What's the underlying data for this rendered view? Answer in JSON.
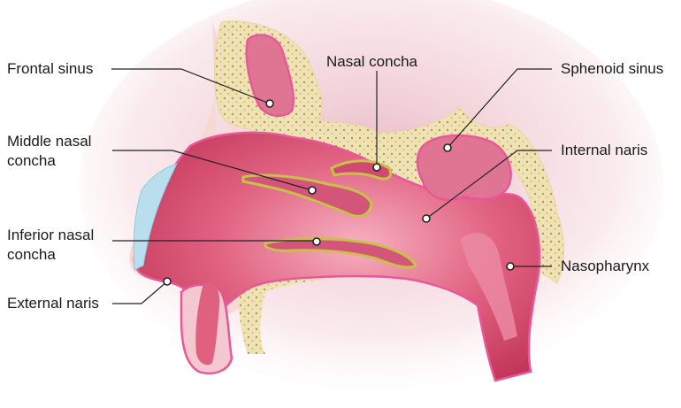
{
  "labels": {
    "frontal_sinus": "Frontal sinus",
    "middle_nasal_concha_1": "Middle nasal",
    "middle_nasal_concha_2": "concha",
    "inferior_nasal_concha_1": "Inferior nasal",
    "inferior_nasal_concha_2": "concha",
    "external_naris": "External naris",
    "nasal_concha": "Nasal concha",
    "sphenoid_sinus": "Sphenoid sinus",
    "internal_naris": "Internal naris",
    "nasopharynx": "Nasopharynx"
  },
  "colors": {
    "tissue": "#d94a6c",
    "tissue_light": "#f3a6b8",
    "outline": "#e8579a",
    "bone": "#efe2b4",
    "bone_dot": "#b59a4e",
    "skin": "#f6d9d4",
    "cartilage": "#b9dfee",
    "concha_yellow": "#c9c04a",
    "leader": "#222222"
  }
}
